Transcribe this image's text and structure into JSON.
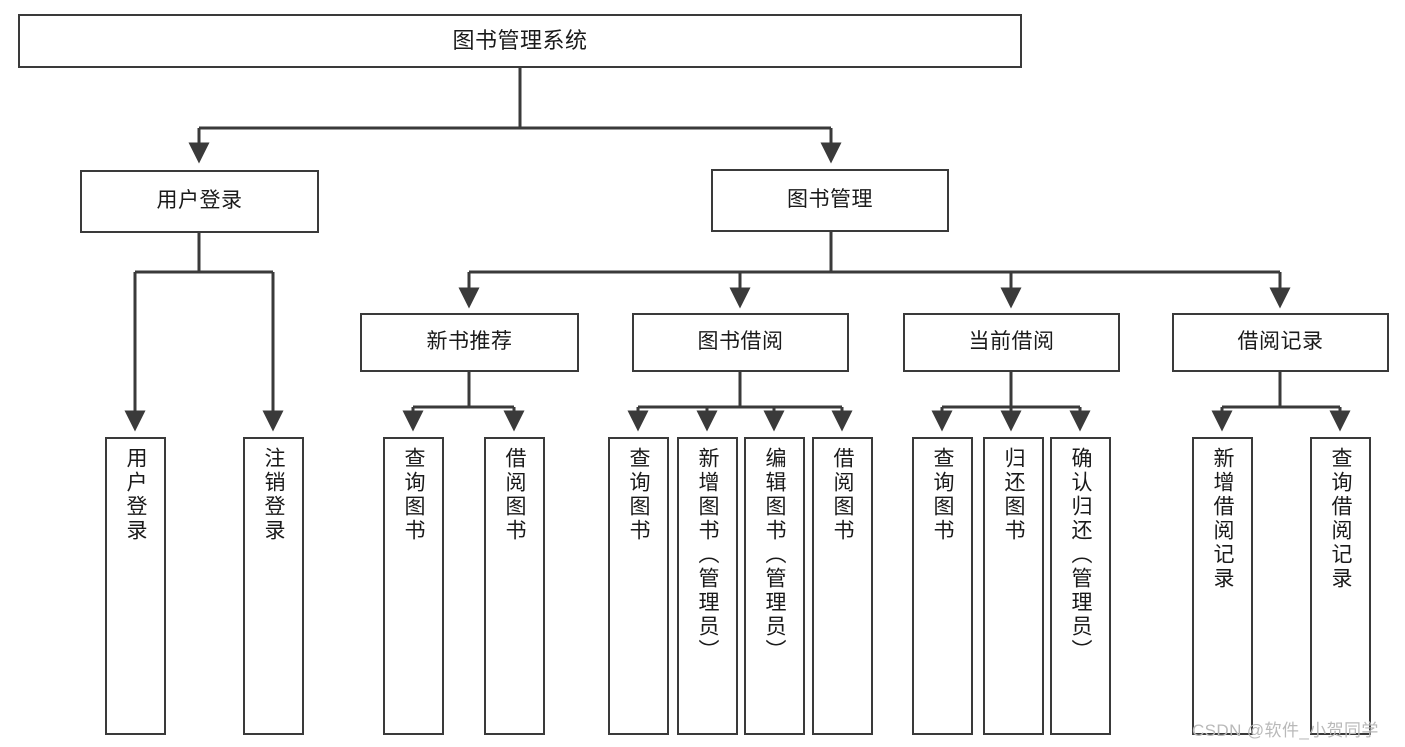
{
  "diagram": {
    "type": "tree-hierarchy-chart",
    "title": "图书管理系统",
    "stroke_color": "#3a3a3a",
    "background_color": "#ffffff",
    "text_color": "#1a1a1a"
  },
  "nodes": {
    "root": {
      "label": "图书管理系统",
      "level": 0
    },
    "level1": [
      {
        "id": "user-login",
        "label": "用户登录"
      },
      {
        "id": "book-management",
        "label": "图书管理"
      }
    ],
    "level2": [
      {
        "id": "new-book-recommend",
        "label": "新书推荐",
        "parent": "book-management"
      },
      {
        "id": "book-borrow",
        "label": "图书借阅",
        "parent": "book-management"
      },
      {
        "id": "current-borrow",
        "label": "当前借阅",
        "parent": "book-management"
      },
      {
        "id": "borrow-record",
        "label": "借阅记录",
        "parent": "book-management"
      }
    ],
    "leaves": {
      "user-login": [
        {
          "id": "leaf-user-login",
          "label": "用户登录"
        },
        {
          "id": "leaf-logout",
          "label": "注销登录"
        }
      ],
      "new-book-recommend": [
        {
          "id": "leaf-query-book-1",
          "label": "查询图书"
        },
        {
          "id": "leaf-borrow-book-1",
          "label": "借阅图书"
        }
      ],
      "book-borrow": [
        {
          "id": "leaf-query-book-2",
          "label": "查询图书"
        },
        {
          "id": "leaf-add-book",
          "label": "新增图书（管理员）"
        },
        {
          "id": "leaf-edit-book",
          "label": "编辑图书（管理员）"
        },
        {
          "id": "leaf-borrow-book-2",
          "label": "借阅图书"
        }
      ],
      "current-borrow": [
        {
          "id": "leaf-query-book-3",
          "label": "查询图书"
        },
        {
          "id": "leaf-return-book",
          "label": "归还图书"
        },
        {
          "id": "leaf-confirm-return",
          "label": "确认归还（管理员）"
        }
      ],
      "borrow-record": [
        {
          "id": "leaf-add-record",
          "label": "新增借阅记录"
        },
        {
          "id": "leaf-query-record",
          "label": "查询借阅记录"
        }
      ]
    }
  },
  "watermark": {
    "text": "CSDN @软件_小贺同学"
  }
}
